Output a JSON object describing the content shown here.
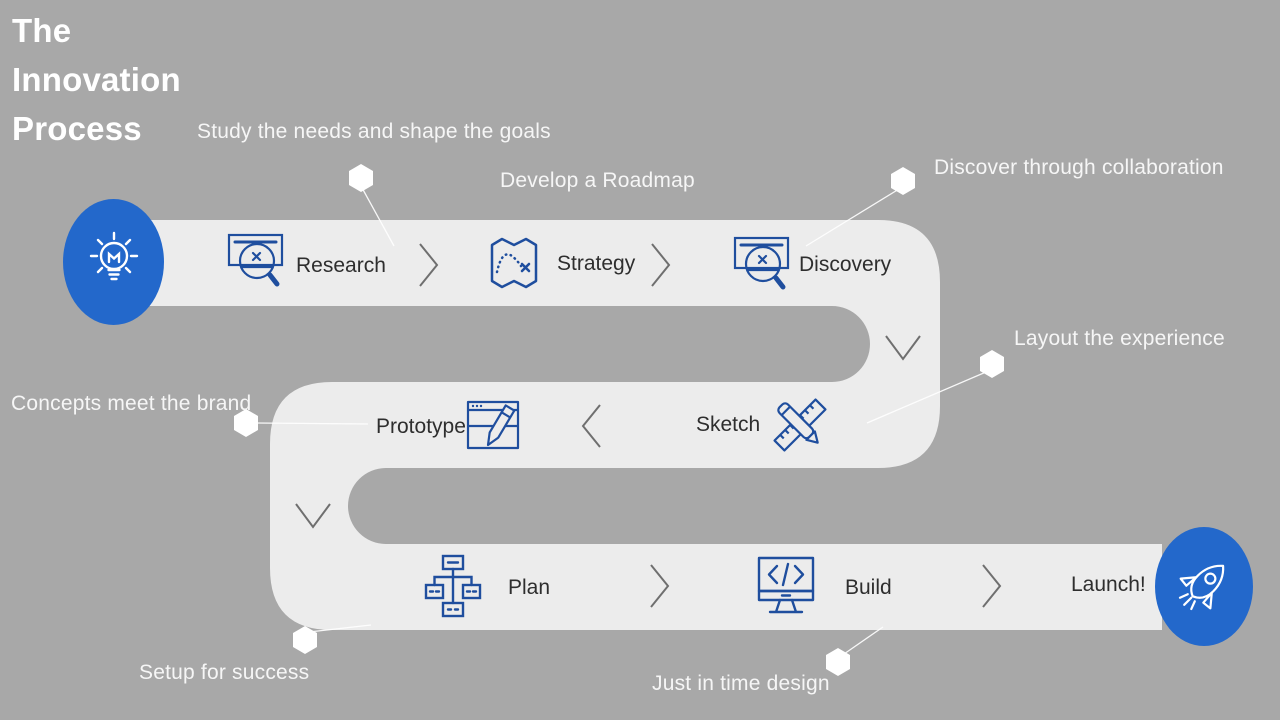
{
  "title": {
    "line1": "The",
    "line2": "Innovation",
    "line3": "Process"
  },
  "stages": [
    {
      "id": "research",
      "label": "Research",
      "icon": "document-search-icon"
    },
    {
      "id": "strategy",
      "label": "Strategy",
      "icon": "treasure-map-icon"
    },
    {
      "id": "discovery",
      "label": "Discovery",
      "icon": "document-search-icon"
    },
    {
      "id": "sketch",
      "label": "Sketch",
      "icon": "pencil-ruler-icon"
    },
    {
      "id": "prototype",
      "label": "Prototype",
      "icon": "browser-pencil-icon"
    },
    {
      "id": "plan",
      "label": "Plan",
      "icon": "org-chart-icon"
    },
    {
      "id": "build",
      "label": "Build",
      "icon": "monitor-code-icon"
    },
    {
      "id": "launch",
      "label": "Launch!",
      "icon": "rocket-icon"
    }
  ],
  "annotations": [
    {
      "text": "Study the needs and shape the goals"
    },
    {
      "text": "Develop a Roadmap"
    },
    {
      "text": "Discover through collaboration"
    },
    {
      "text": "Layout the experience"
    },
    {
      "text": "Concepts meet the brand"
    },
    {
      "text": "Setup for success"
    },
    {
      "text": "Just in time design"
    }
  ],
  "endpoints": {
    "start_icon": "lightbulb-icon",
    "end_icon": "rocket-icon"
  },
  "colors": {
    "background": "#a8a8a8",
    "ribbon": "#ececec",
    "accent_blue": "#2368cb",
    "icon_stroke_blue": "#1f4e9e",
    "stage_text": "#2e2e2e",
    "annotation_text": "#f6f6f6",
    "chevron_gray": "#6f6f6f",
    "marker_white": "#ffffff"
  }
}
